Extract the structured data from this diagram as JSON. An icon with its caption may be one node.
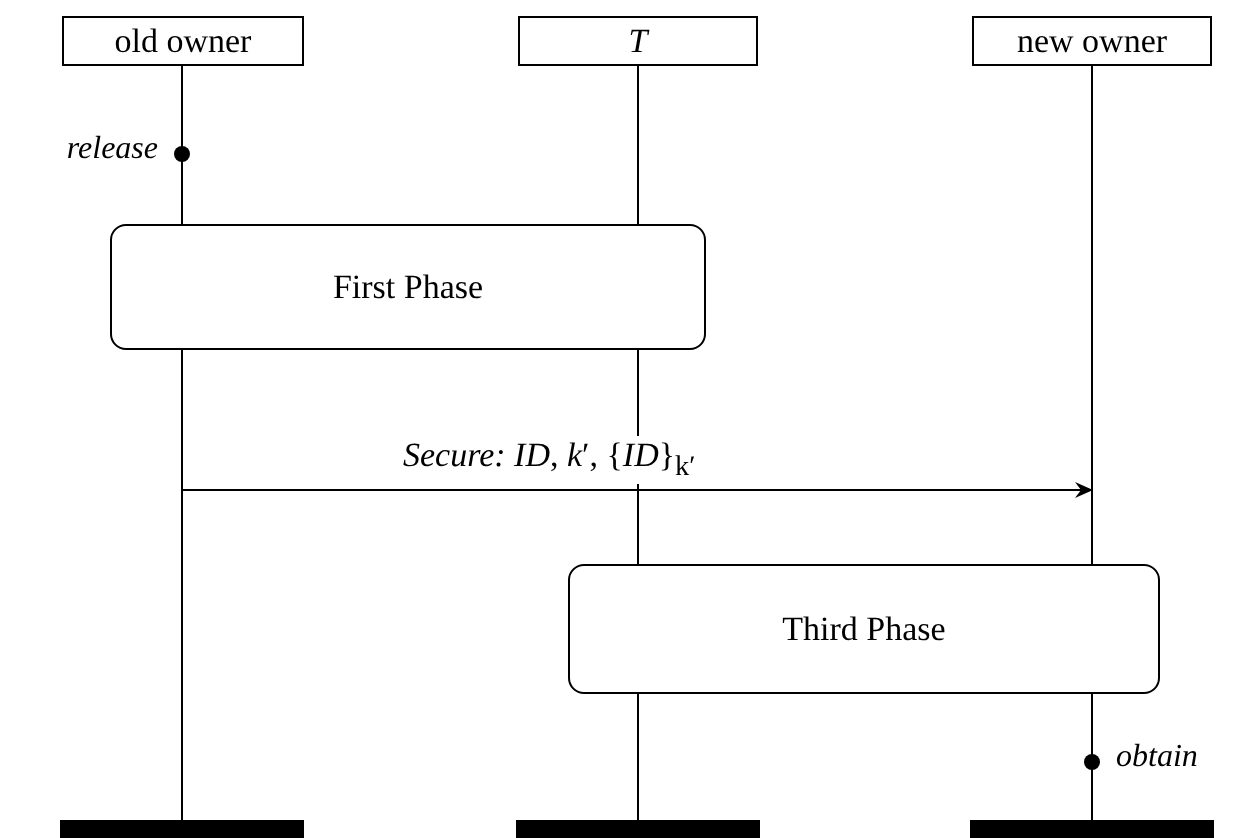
{
  "diagram": {
    "nodes": [
      {
        "text": [
          "old owner"
        ]
      },
      {
        "text": [
          "T"
        ]
      },
      {
        "text": [
          "new owner"
        ]
      },
      {
        "text": [
          "First Phase"
        ]
      },
      {
        "text": [
          "Third Phase"
        ]
      }
    ],
    "edges": [
      {
        "from": 0,
        "to": 2,
        "arrow": "to",
        "label": "*Secure:  ID*, *k*′, {*ID*}$_{k′}$"
      }
    ],
    "labels": [
      "release",
      "obtain"
    ]
  }
}
